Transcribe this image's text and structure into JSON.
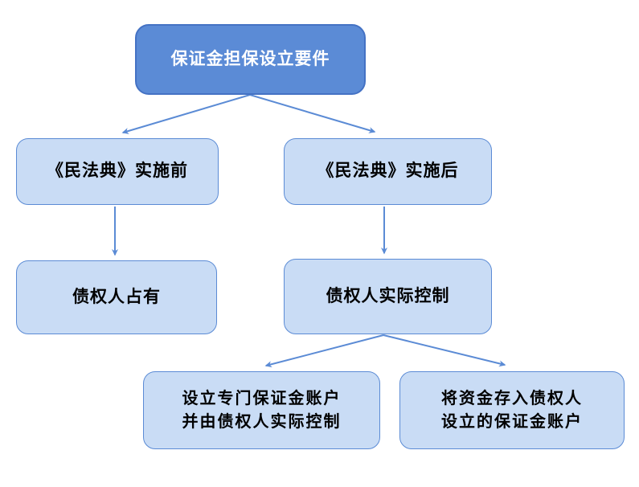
{
  "diagram": {
    "title": "保证金担保设立要件",
    "nodes": {
      "root": {
        "label": "保证金担保设立要件"
      },
      "pre": {
        "label": "《民法典》实施前"
      },
      "post": {
        "label": "《民法典》实施后"
      },
      "possession": {
        "label": "债权人占有"
      },
      "control": {
        "label": "债权人实际控制"
      },
      "dedicated": {
        "label": "设立专门保证金账户\n并由债权人实际控制"
      },
      "deposit": {
        "label": "将资金存入债权人\n设立的保证金账户"
      }
    },
    "edges": [
      {
        "from": "root",
        "to": "pre"
      },
      {
        "from": "root",
        "to": "post"
      },
      {
        "from": "pre",
        "to": "possession"
      },
      {
        "from": "post",
        "to": "control"
      },
      {
        "from": "control",
        "to": "dedicated"
      },
      {
        "from": "control",
        "to": "deposit"
      }
    ]
  },
  "colors": {
    "root-fill": "#5b8bd6",
    "root-border": "#4472c4",
    "node-fill": "#c9dcf5",
    "node-border": "#5b8bd5",
    "arrow": "#5b8bd5",
    "root-text": "#ffffff",
    "node-text": "#000000",
    "background": "#ffffff"
  }
}
